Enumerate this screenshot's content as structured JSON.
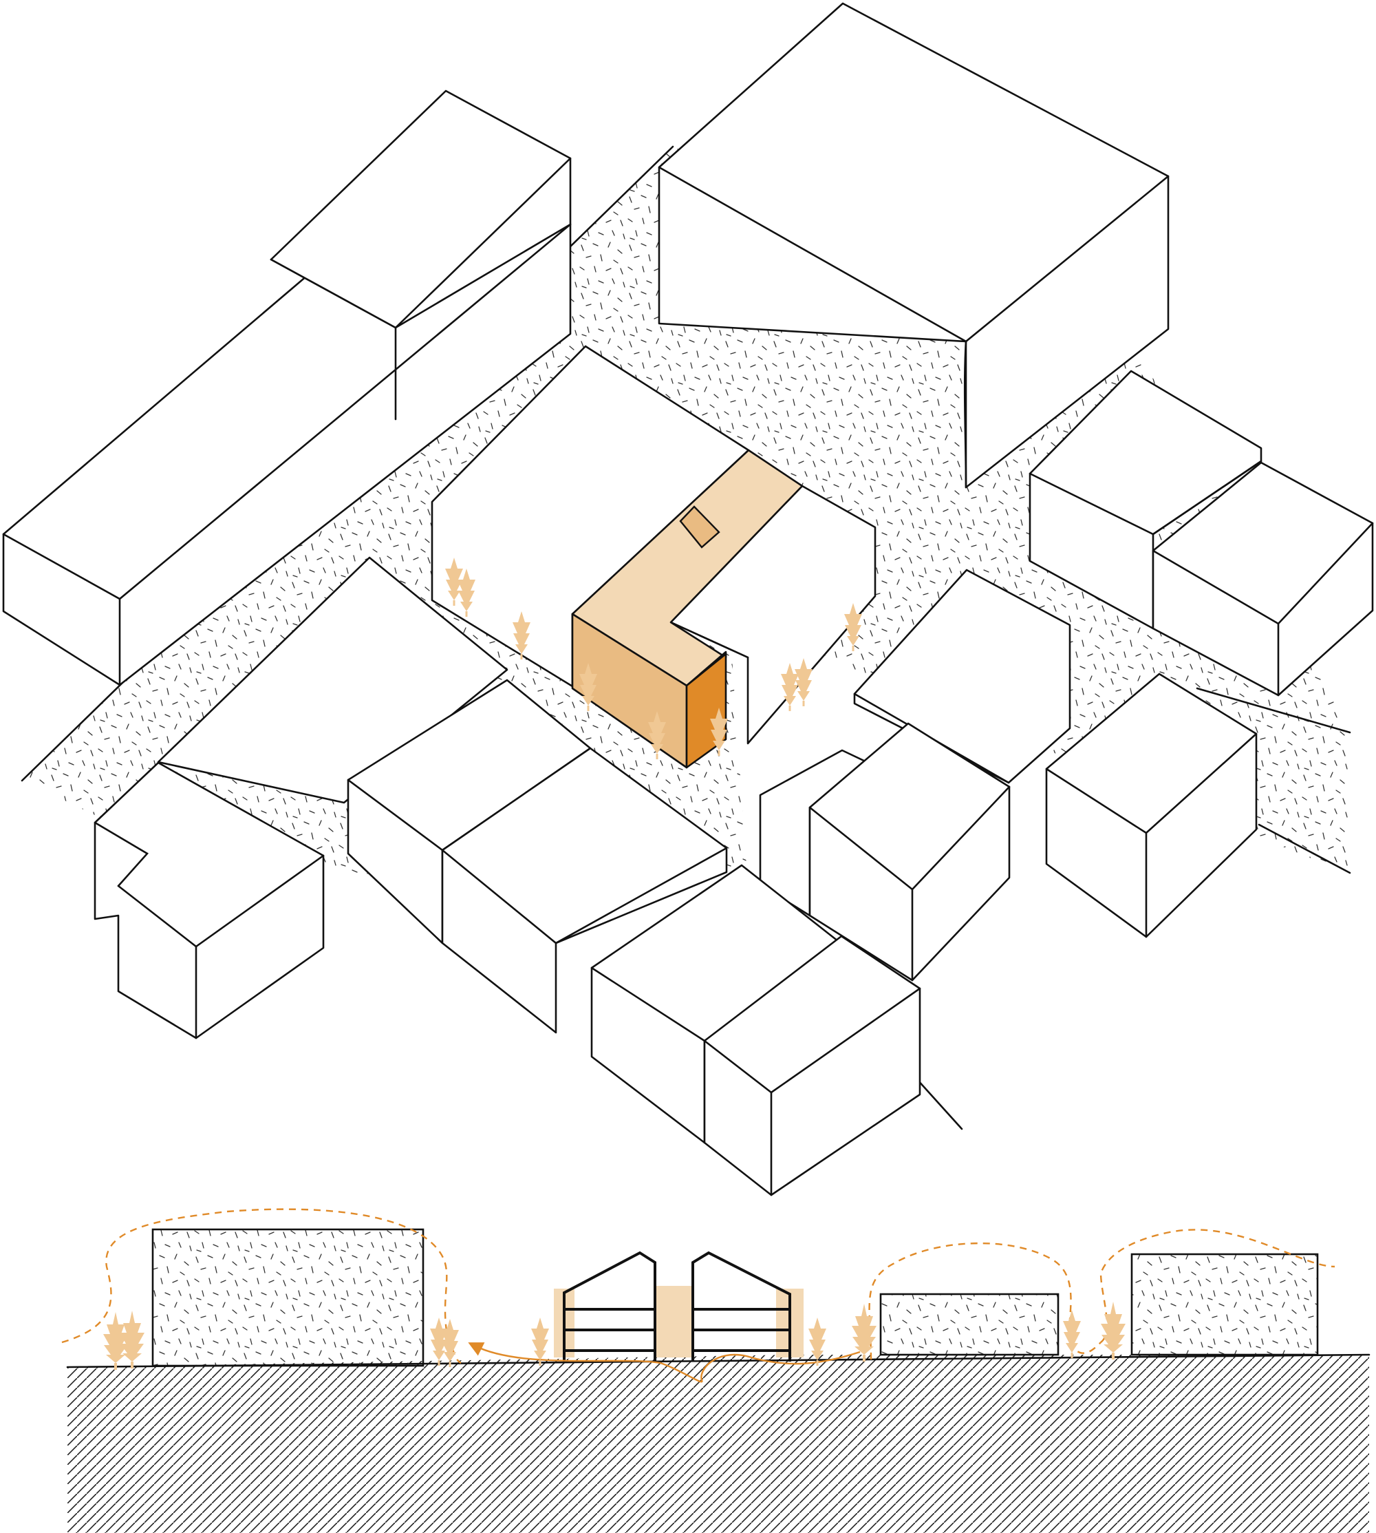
{
  "diagram": {
    "type": "urban-massing-axonometric-and-section",
    "colors": {
      "line": "#111111",
      "background": "#ffffff",
      "stipple": "#333333",
      "accent_dark": "#e08a28",
      "accent_mid": "#e9bb82",
      "accent_light": "#f3d9b5",
      "tree": "#f0c894",
      "wind": "#e08a28"
    },
    "axonometric": {
      "highlighted_building": "central-courtyard-infill",
      "ground_texture": "stipple",
      "tree_icons": "tree-icon"
    },
    "section": {
      "ground_texture": "hatch",
      "wind_arrows": "wind-flow-icon",
      "tree_icons": "tree-icon"
    }
  }
}
